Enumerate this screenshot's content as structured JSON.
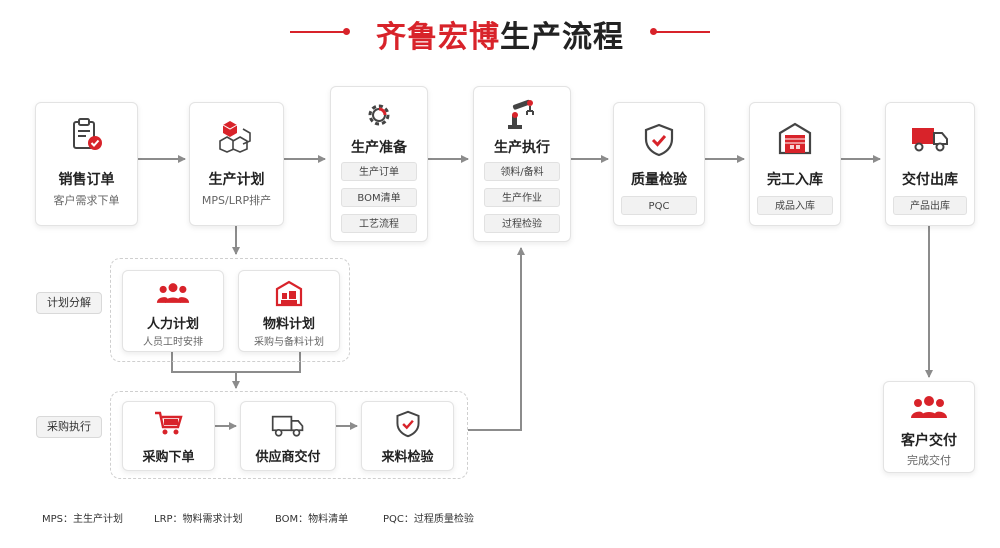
{
  "title": {
    "accent": "齐鲁宏博",
    "rest": "生产流程"
  },
  "steps": {
    "sales": {
      "title": "销售订单",
      "sub": "客户需求下单"
    },
    "plan": {
      "title": "生产计划",
      "sub": "MPS/LRP排产"
    },
    "prep": {
      "title": "生产准备",
      "chips": [
        "生产订单",
        "BOM清单",
        "工艺流程"
      ]
    },
    "exec": {
      "title": "生产执行",
      "chips": [
        "领料/备料",
        "生产作业",
        "过程检验"
      ]
    },
    "qc": {
      "title": "质量检验",
      "chip": "PQC"
    },
    "stock": {
      "title": "完工入库",
      "chip": "成品入库"
    },
    "ship": {
      "title": "交付出库",
      "chip": "产品出库"
    },
    "customer": {
      "title": "客户交付",
      "sub": "完成交付"
    }
  },
  "groups": {
    "plan_split": {
      "label": "计划分解",
      "labor": {
        "title": "人力计划",
        "sub": "人员工时安排"
      },
      "material": {
        "title": "物料计划",
        "sub": "采购与备料计划"
      }
    },
    "purchase": {
      "label": "采购执行",
      "order": {
        "title": "采购下单"
      },
      "supplier": {
        "title": "供应商交付"
      },
      "incoming": {
        "title": "来料检验"
      }
    }
  },
  "legend": [
    "MPS：主生产计划",
    "LRP：物料需求计划",
    "BOM：物料清单",
    "PQC：过程质量检验"
  ],
  "colors": {
    "accent": "#d8232a",
    "text": "#222222",
    "arrow": "#8c8c8c"
  },
  "icons": [
    "clipboard-check-icon",
    "boxes-icon",
    "gear-icon",
    "robot-arm-icon",
    "shield-check-icon",
    "warehouse-icon",
    "truck-icon",
    "people-icon",
    "factory-icon",
    "cart-icon"
  ]
}
